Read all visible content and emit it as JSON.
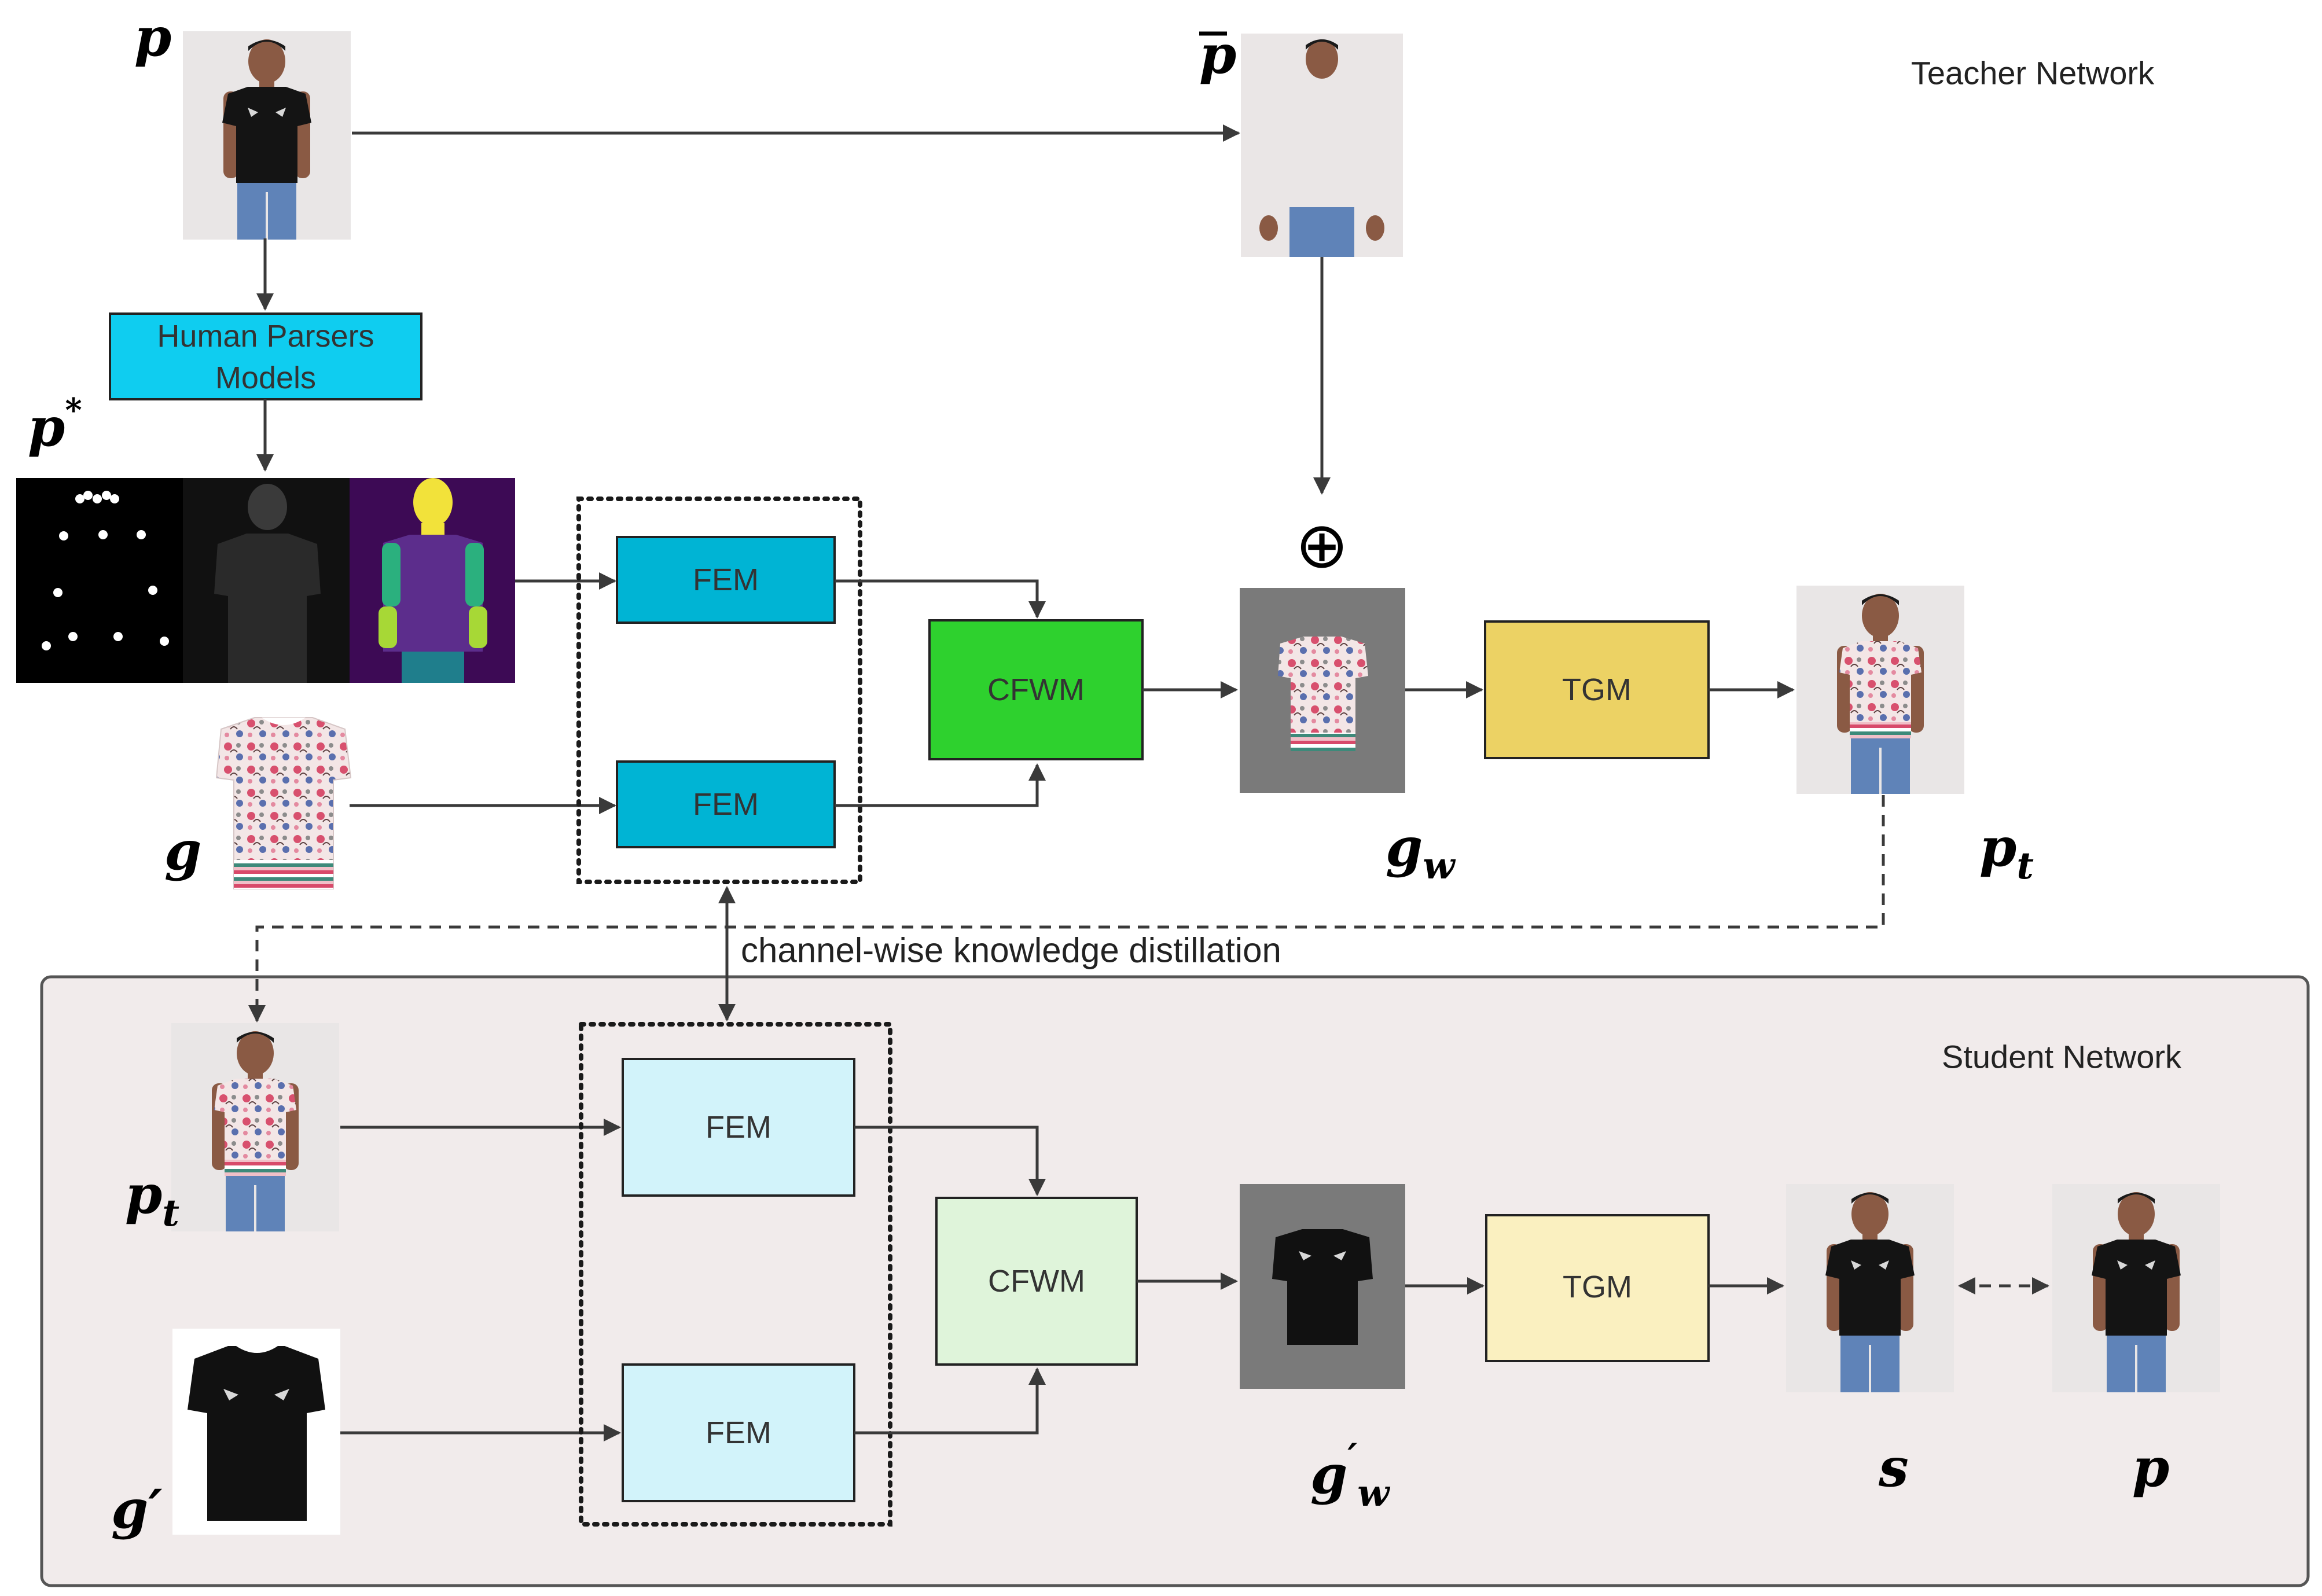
{
  "teacher": {
    "title": "Teacher Network",
    "human_parser": {
      "line1": "Human Parsers",
      "line2": "Models"
    },
    "fem_top": "FEM",
    "fem_bottom": "FEM",
    "cfwm": "CFWM",
    "tgm": "TGM",
    "var_p": "p",
    "var_pbar": "p",
    "var_pstar": "p",
    "var_pstar_sup": "*",
    "var_g": "g",
    "var_gw": "g",
    "var_gw_sub": "w",
    "var_pt": "p",
    "var_pt_sub": "t",
    "oplus": "⊕"
  },
  "distillation_label": "channel-wise knowledge distillation",
  "student": {
    "title": "Student Network",
    "fem_top": "FEM",
    "fem_bottom": "FEM",
    "cfwm": "CFWM",
    "tgm": "TGM",
    "var_pt": "p",
    "var_pt_sub": "t",
    "var_gprime": "g′",
    "var_gw": "g",
    "var_gw_sup": "′",
    "var_gw_sub": "w",
    "var_s": "s",
    "var_p": "p"
  },
  "colors": {
    "fem_teacher": "#00b4d4",
    "cfwm_teacher": "#2ed12e",
    "tgm_teacher": "#ecd264",
    "human_parser": "#0fcdf0",
    "fem_student": "#d2f3fa",
    "cfwm_student": "#dff4da",
    "tgm_student": "#faf0c0",
    "student_bg": "#f1ebeb"
  }
}
